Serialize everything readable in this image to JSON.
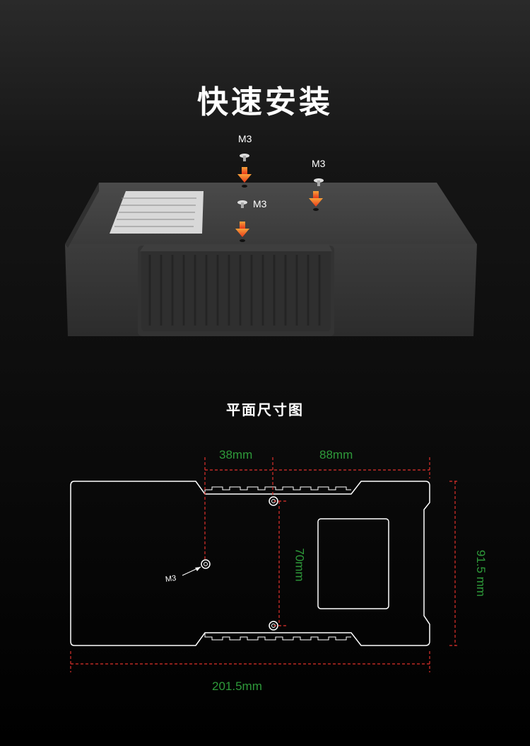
{
  "title": "快速安装",
  "screw_labels": [
    "M3",
    "M3",
    "M3"
  ],
  "plan_title": "平面尺寸图",
  "dimensions": {
    "hole_offset": "38mm",
    "top_span": "88mm",
    "hole_spacing": "70mm",
    "height": "91.5 mm",
    "length": "201.5mm"
  },
  "drawing_label": "M3",
  "colors": {
    "dimension_text": "#2e9a3a",
    "dimension_line": "#e0312c",
    "arrow": "#f05a14"
  }
}
